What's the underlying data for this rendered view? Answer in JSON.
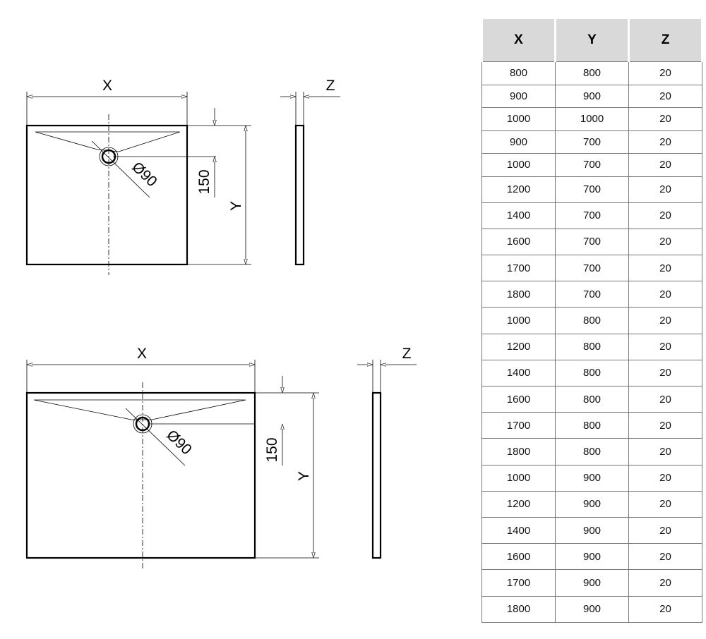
{
  "drawing": {
    "top_view": {
      "x_label": "X",
      "y_label": "Y",
      "z_label": "Z",
      "offset_label": "150",
      "drain_label": "Ø90"
    },
    "bottom_view": {
      "x_label": "X",
      "y_label": "Y",
      "z_label": "Z",
      "offset_label": "150",
      "drain_label": "Ø90"
    }
  },
  "table": {
    "headers": [
      "X",
      "Y",
      "Z"
    ],
    "rows": [
      [
        "800",
        "800",
        "20"
      ],
      [
        "900",
        "900",
        "20"
      ],
      [
        "1000",
        "1000",
        "20"
      ],
      [
        "900",
        "700",
        "20"
      ],
      [
        "1000",
        "700",
        "20"
      ],
      [
        "1200",
        "700",
        "20"
      ],
      [
        "1400",
        "700",
        "20"
      ],
      [
        "1600",
        "700",
        "20"
      ],
      [
        "1700",
        "700",
        "20"
      ],
      [
        "1800",
        "700",
        "20"
      ],
      [
        "1000",
        "800",
        "20"
      ],
      [
        "1200",
        "800",
        "20"
      ],
      [
        "1400",
        "800",
        "20"
      ],
      [
        "1600",
        "800",
        "20"
      ],
      [
        "1700",
        "800",
        "20"
      ],
      [
        "1800",
        "800",
        "20"
      ],
      [
        "1000",
        "900",
        "20"
      ],
      [
        "1200",
        "900",
        "20"
      ],
      [
        "1400",
        "900",
        "20"
      ],
      [
        "1600",
        "900",
        "20"
      ],
      [
        "1700",
        "900",
        "20"
      ],
      [
        "1800",
        "900",
        "20"
      ]
    ]
  }
}
